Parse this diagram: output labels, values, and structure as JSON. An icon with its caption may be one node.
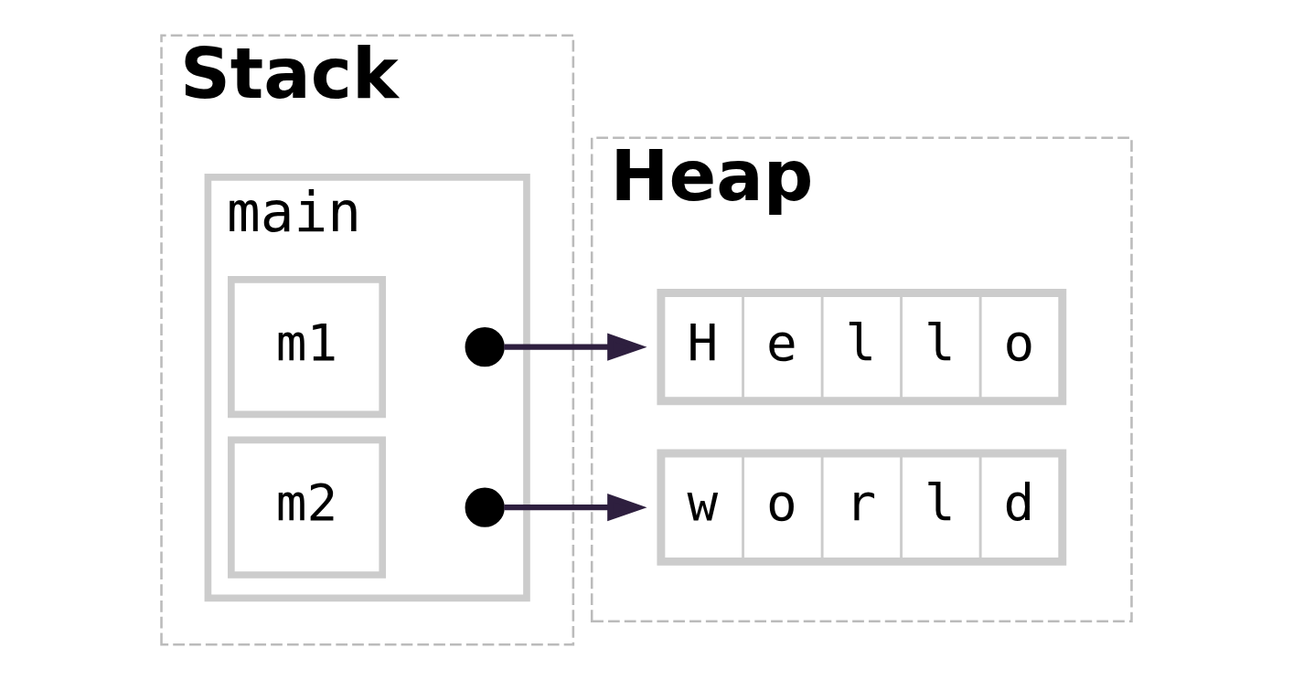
{
  "diagram": {
    "nodes": [
      {
        "text": [
          "Stack"
        ]
      },
      {
        "text": [
          "main"
        ],
        "in": 0
      },
      {
        "text": [
          "m1"
        ],
        "in": 1
      },
      {
        "text": [],
        "shape": "circle",
        "in": 1
      },
      {
        "text": [
          "m2"
        ],
        "in": 1
      },
      {
        "text": [],
        "shape": "circle",
        "in": 1
      },
      {
        "text": [
          "Heap"
        ]
      },
      {
        "text": [
          "H",
          "e",
          "l",
          "l",
          "o"
        ],
        "in": 6
      },
      {
        "text": [
          "w",
          "o",
          "r",
          "l",
          "d"
        ],
        "in": 6
      }
    ],
    "edges": [
      {
        "from": 3,
        "to": 7,
        "arrow": "to"
      },
      {
        "from": 5,
        "to": 8,
        "arrow": "to"
      }
    ]
  }
}
